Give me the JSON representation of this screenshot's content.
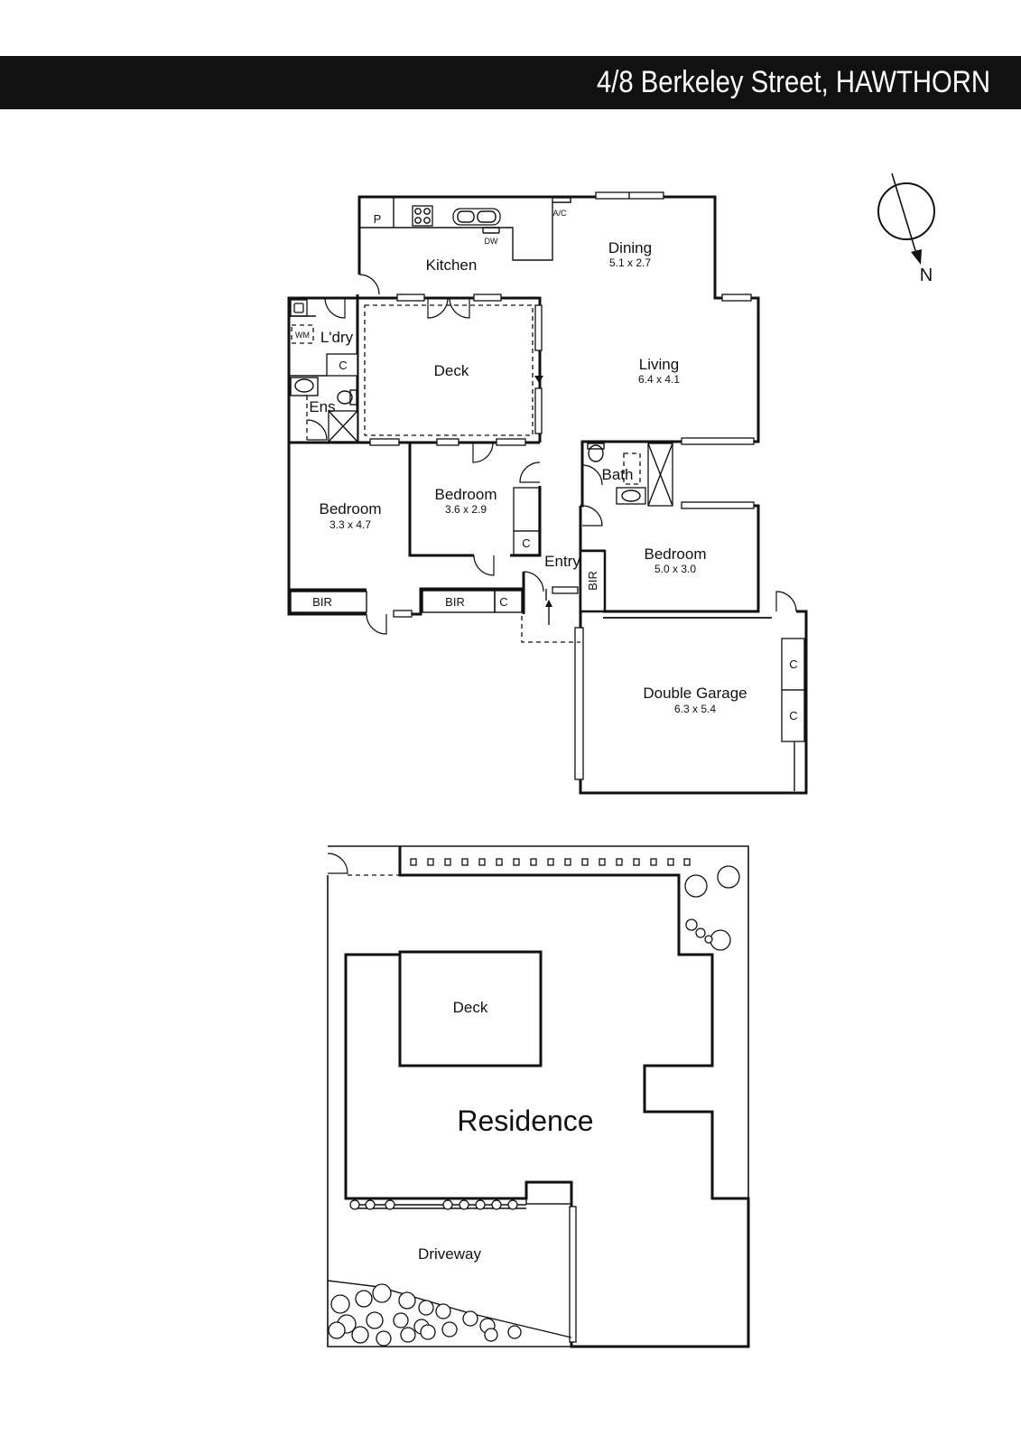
{
  "header": {
    "title": "4/8 Berkeley Street, HAWTHORN"
  },
  "compass": {
    "label": "N"
  },
  "floor_plan": {
    "rooms": [
      {
        "id": "kitchen",
        "name": "Kitchen",
        "dims": ""
      },
      {
        "id": "dining",
        "name": "Dining",
        "dims": "5.1 x 2.7"
      },
      {
        "id": "living",
        "name": "Living",
        "dims": "6.4 x 4.1"
      },
      {
        "id": "laundry",
        "name": "L'dry",
        "dims": ""
      },
      {
        "id": "deck",
        "name": "Deck",
        "dims": ""
      },
      {
        "id": "ensuite",
        "name": "Ens",
        "dims": ""
      },
      {
        "id": "bedroom-1",
        "name": "Bedroom",
        "dims": "3.3 x 4.7"
      },
      {
        "id": "bedroom-2",
        "name": "Bedroom",
        "dims": "3.6 x 2.9"
      },
      {
        "id": "bath",
        "name": "Bath",
        "dims": ""
      },
      {
        "id": "bedroom-3",
        "name": "Bedroom",
        "dims": "5.0 x 3.0"
      },
      {
        "id": "entry",
        "name": "Entry",
        "dims": ""
      },
      {
        "id": "garage",
        "name": "Double Garage",
        "dims": "6.3 x 5.4"
      }
    ],
    "fixtures": {
      "pantry": "P",
      "dishwasher": "DW",
      "air_con": "A/C",
      "washing_machine": "WM",
      "cupboard": "C",
      "built_in_robe": "BIR"
    }
  },
  "site_plan": {
    "residence": "Residence",
    "deck": "Deck",
    "driveway": "Driveway"
  }
}
